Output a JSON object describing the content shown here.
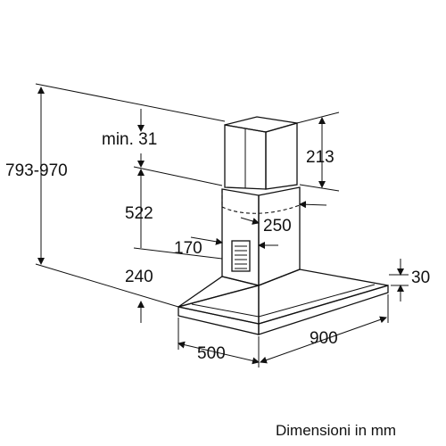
{
  "dimensions": {
    "total_height": "793-970",
    "min_gap": "min. 31",
    "chimney_upper": "213",
    "chimney_lower": "522",
    "chimney_width": "250",
    "chimney_depth": "170",
    "canopy_offset": "240",
    "canopy_thickness": "30",
    "depth": "500",
    "width": "900"
  },
  "caption": "Dimensioni in mm"
}
